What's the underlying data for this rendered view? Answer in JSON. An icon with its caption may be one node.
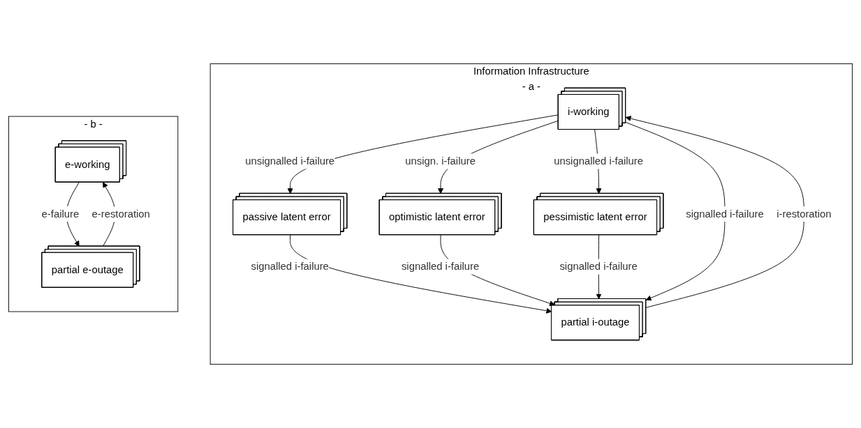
{
  "diagram": {
    "nodes": [
      {
        "text": [
          "Information Infrastructure",
          "- a -"
        ]
      },
      {
        "text": [
          "i-working"
        ],
        "in": 0
      },
      {
        "text": [
          "passive latent error"
        ],
        "in": 0
      },
      {
        "text": [
          "optimistic latent error"
        ],
        "in": 0
      },
      {
        "text": [
          "pessimistic latent error"
        ],
        "in": 0
      },
      {
        "text": [
          "partial i-outage"
        ],
        "in": 0
      },
      {
        "text": [
          "- b -"
        ]
      },
      {
        "text": [
          "e-working"
        ],
        "in": 6
      },
      {
        "text": [
          "partial e-outage"
        ],
        "in": 6
      }
    ],
    "edges": [
      {
        "from": 1,
        "to": 2,
        "arrow": "to",
        "label": "unsignalled i-failure"
      },
      {
        "from": 1,
        "to": 3,
        "arrow": "to",
        "label": "unsign. i-failure"
      },
      {
        "from": 1,
        "to": 4,
        "arrow": "to",
        "label": "unsignalled i-failure"
      },
      {
        "from": 2,
        "to": 5,
        "arrow": "to",
        "label": "signalled i-failure"
      },
      {
        "from": 3,
        "to": 5,
        "arrow": "to",
        "label": "signalled i-failure"
      },
      {
        "from": 4,
        "to": 5,
        "arrow": "to",
        "label": "signalled i-failure"
      },
      {
        "from": 1,
        "to": 5,
        "arrow": "to",
        "label": "signalled i-failure"
      },
      {
        "from": 5,
        "to": 1,
        "arrow": "to",
        "label": "i-restoration"
      },
      {
        "from": 7,
        "to": 8,
        "arrow": "to",
        "label": "e-failure"
      },
      {
        "from": 8,
        "to": 7,
        "arrow": "to",
        "label": "e-restoration"
      }
    ]
  }
}
